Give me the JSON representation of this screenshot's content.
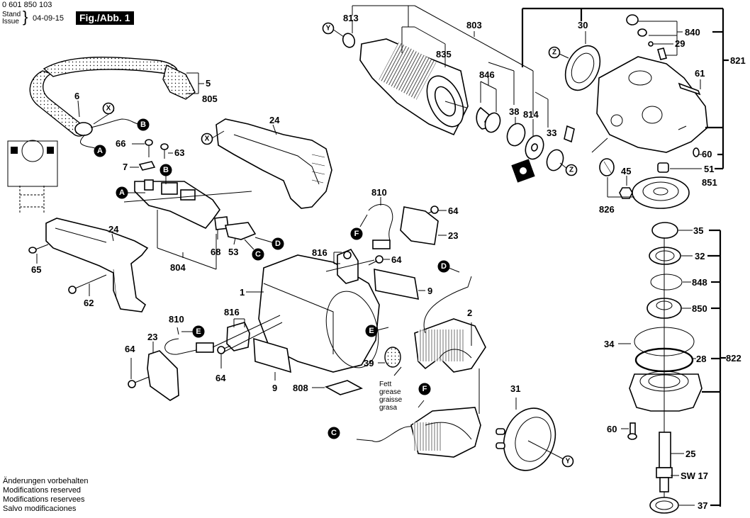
{
  "header": {
    "part_number": "0 601 850 103",
    "stand_label": "Stand",
    "issue_label": "Issue",
    "date": "04-09-15",
    "figure": "Fig./Abb. 1"
  },
  "footer": {
    "lines": [
      "Änderungen vorbehalten",
      "Modifications reserved",
      "Modifications reservees",
      "Salvo modificaciones"
    ]
  },
  "grease_note": [
    "Fett",
    "grease",
    "graisse",
    "grasa"
  ],
  "part_labels": {
    "p813": "813",
    "p803": "803",
    "p835": "835",
    "p846": "846",
    "p38": "38",
    "p814": "814",
    "p33": "33",
    "p30": "30",
    "p840": "840",
    "p29": "29",
    "p821": "821",
    "p61": "61",
    "p60a": "60",
    "p51": "51",
    "p851": "851",
    "p45": "45",
    "p826": "826",
    "p5": "5",
    "p805": "805",
    "p6": "6",
    "p24a": "24",
    "p66": "66",
    "p63": "63",
    "p7": "7",
    "p804": "804",
    "p68": "68",
    "p53": "53",
    "p810a": "810",
    "p64a": "64",
    "p23a": "23",
    "p816a": "816",
    "p64b": "64",
    "p24b": "24",
    "p65": "65",
    "p62": "62",
    "p1": "1",
    "p9a": "9",
    "p2": "2",
    "p810b": "810",
    "p816b": "816",
    "p23b": "23",
    "p64c": "64",
    "p64d": "64",
    "p9b": "9",
    "p808": "808",
    "p39": "39",
    "p31": "31",
    "p35": "35",
    "p32": "32",
    "p848": "848",
    "p850": "850",
    "p822": "822",
    "p34": "34",
    "p28": "28",
    "p60b": "60",
    "p25": "25",
    "sw17": "SW 17",
    "p37": "37"
  },
  "connectors": {
    "open": [
      "X",
      "Y",
      "Z"
    ],
    "filled": [
      "A",
      "B",
      "C",
      "D",
      "E",
      "F"
    ]
  }
}
